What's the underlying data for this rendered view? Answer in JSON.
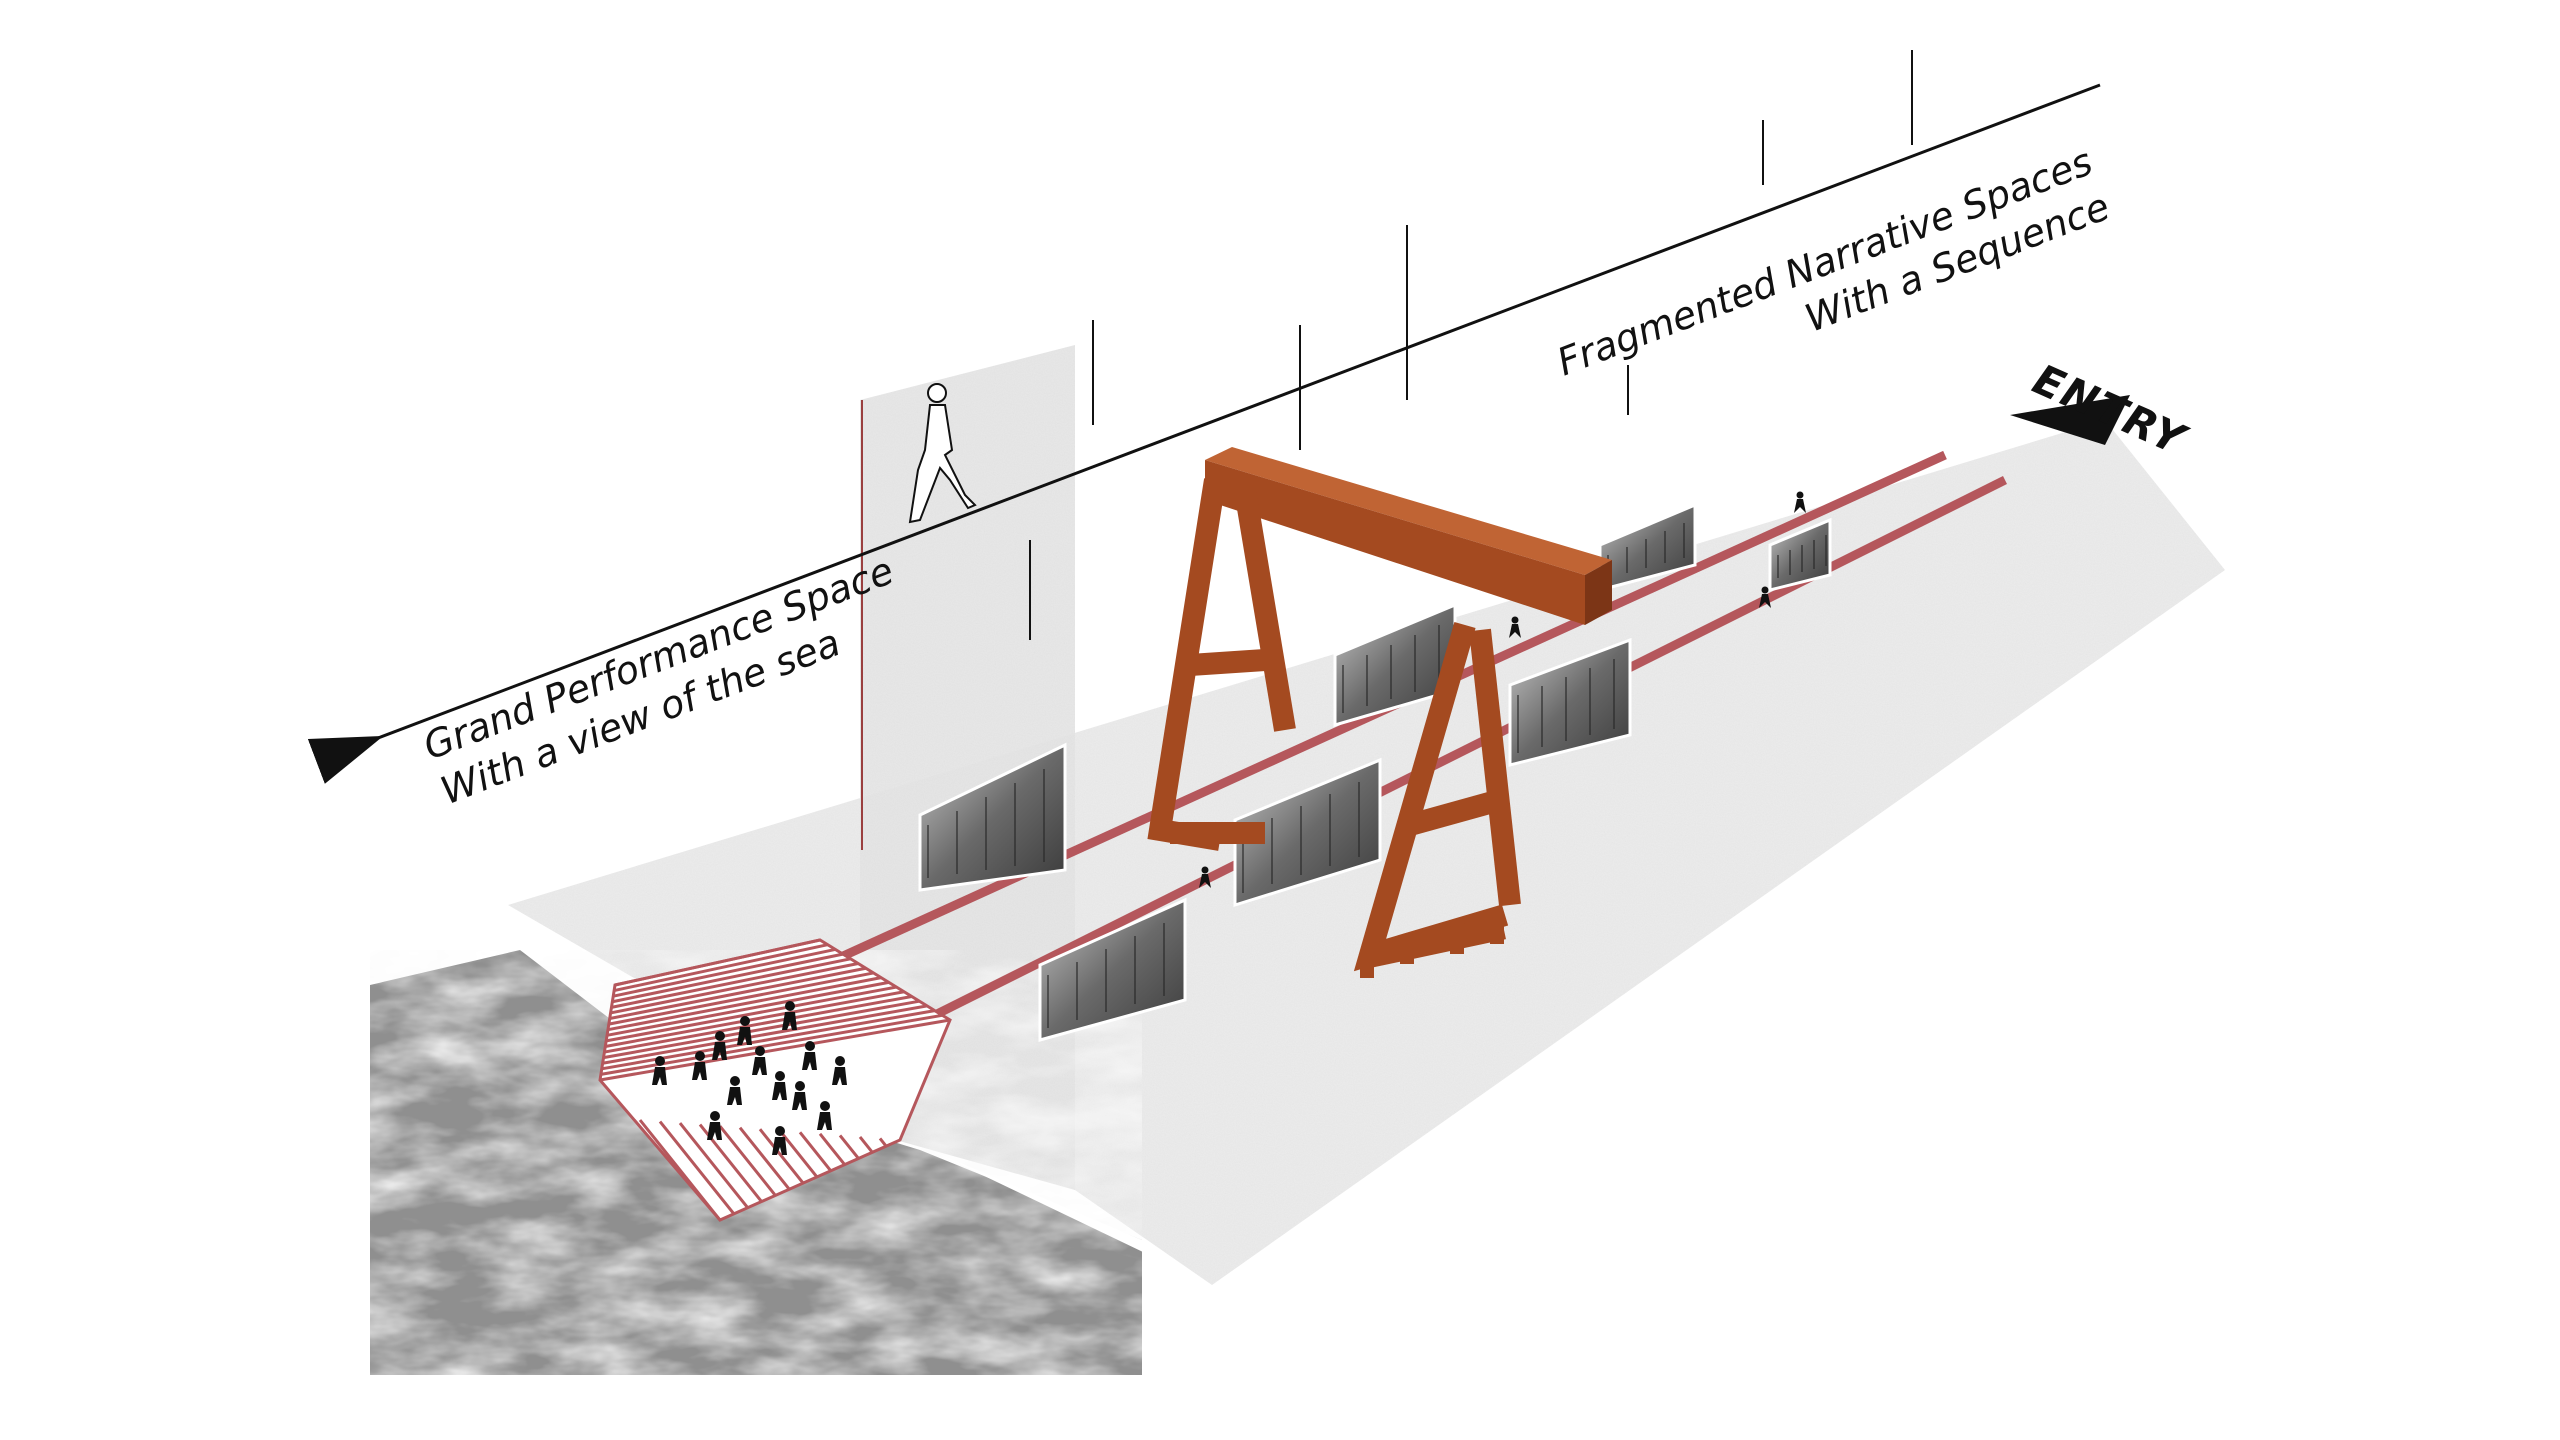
{
  "labels": {
    "left_line1": "Grand Performance Space",
    "left_line2": "With a view of the sea",
    "right_line1": "Fragmented Narrative Spaces",
    "right_line2": "With a Sequence",
    "entry": "ENTRY"
  },
  "colors": {
    "ground": "#ebebeb",
    "wall": "#e4e4e4",
    "rail": "#b5575c",
    "gantry": "#a44a20",
    "gantry_top": "#c06434",
    "sea": "#8f8f8f",
    "line": "#111111",
    "photo": "#6f6f6f"
  }
}
